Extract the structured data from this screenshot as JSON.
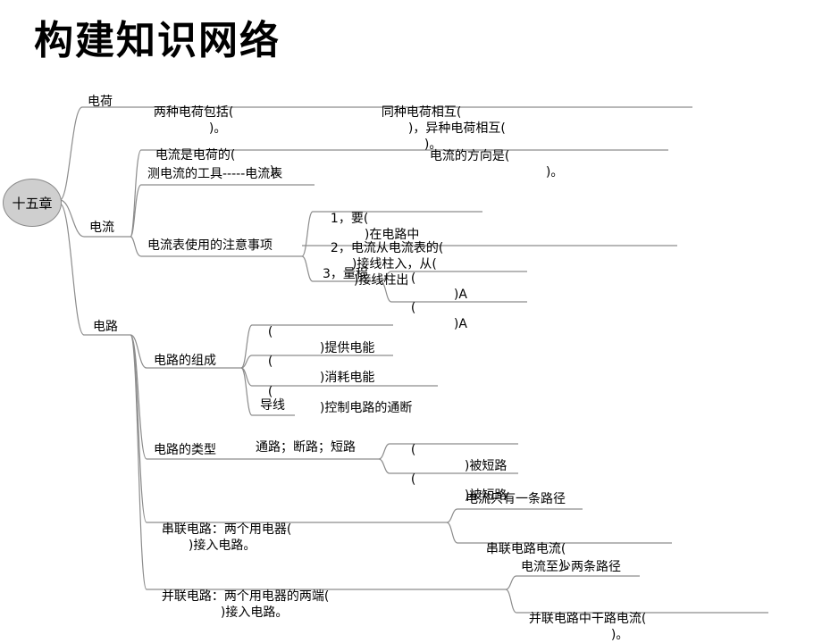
{
  "title": "构建知识网络",
  "root": "十五章",
  "charge": {
    "label": "电荷",
    "item1": "两种电荷包括(",
    "item1_close": ")。",
    "item2": "同种电荷相互(",
    "item2_mid": ")，异种电荷相互(",
    "item2_close": ")。"
  },
  "current": {
    "label": "电流",
    "def": "电流是电荷的(",
    "def_close": ")。",
    "dir": "电流的方向是(",
    "dir_close": ")。",
    "tool": "测电流的工具-----电流表",
    "usage": "电流表使用的注意事项",
    "u1a": "1，要(",
    "u1b": ")在电路中",
    "u2a": "2，电流从电流表的(",
    "u2b": ")接线柱入，从(",
    "u2c": ")接线柱出",
    "u3": "3，量程",
    "r1a": "(",
    "r1b": ")A",
    "r2a": "(",
    "r2b": ")A"
  },
  "circuit": {
    "label": "电路",
    "comp": "电路的组成",
    "c1a": "(",
    "c1b": ")提供电能",
    "c2a": "(",
    "c2b": ")消耗电能",
    "c3a": "(",
    "c3b": ")控制电路的通断",
    "c4": "导线",
    "types": "电路的类型",
    "types_list": "通路；断路；短路",
    "s1a": "(",
    "s1b": ")被短路",
    "s2a": "(",
    "s2b": ")被短路",
    "series": "串联电路：两个用电器(",
    "series_close": ")接入电路。",
    "series_a": "电流只有一条路径",
    "series_b": "串联电路电流(",
    "series_b_close": ")。",
    "parallel": "并联电路：两个用电器的两端(",
    "parallel_close": ")接入电路。",
    "parallel_a": "电流至少两条路径",
    "parallel_b": "并联电路中干路电流(",
    "parallel_b_close": ")。"
  }
}
